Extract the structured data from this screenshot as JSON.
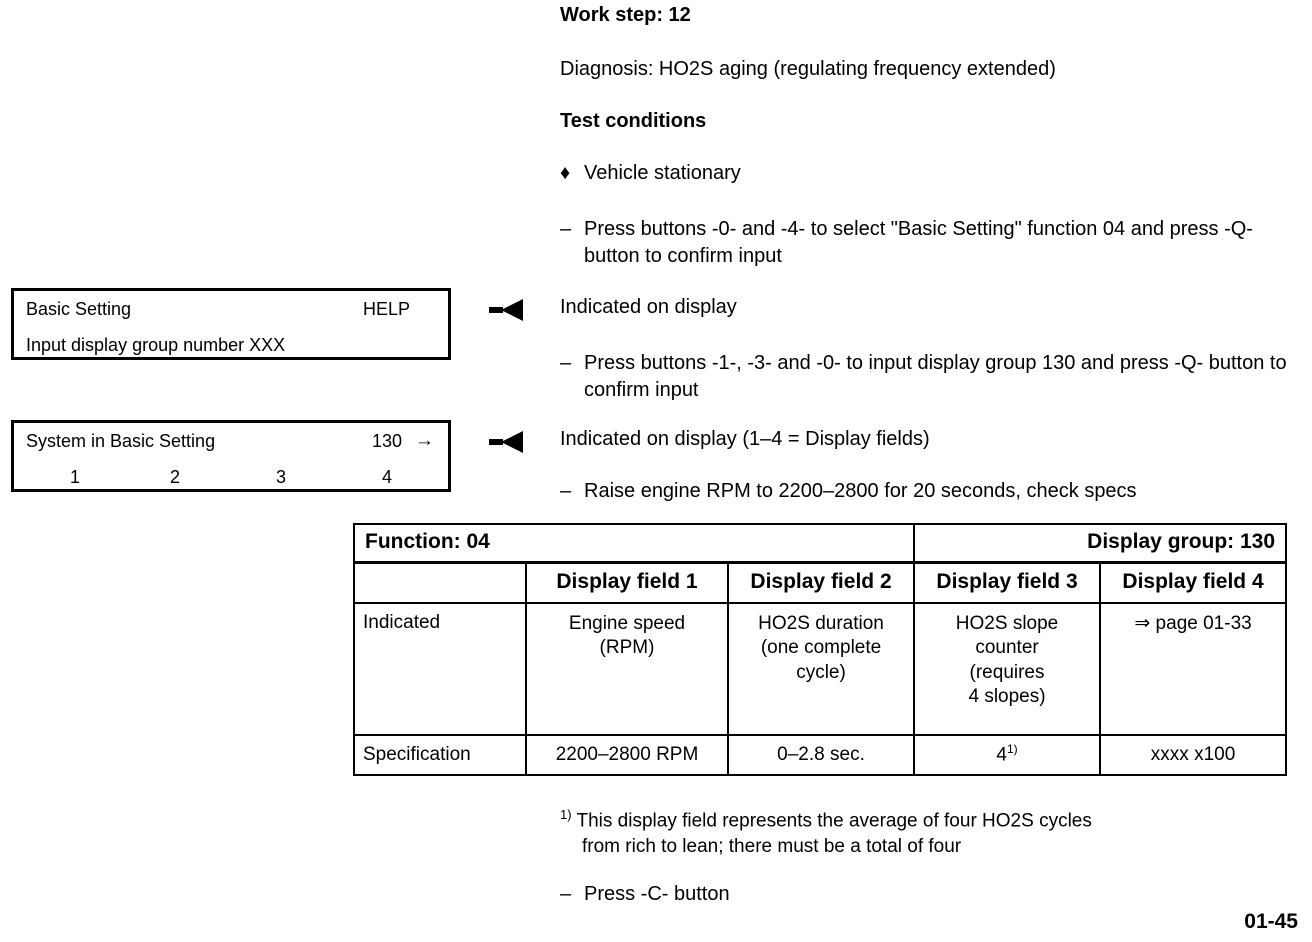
{
  "header": {
    "work_step": "Work step: 12",
    "diagnosis": "Diagnosis: HO2S aging (regulating frequency extended)",
    "test_conditions_title": "Test conditions"
  },
  "steps": {
    "vehicle_stationary": {
      "marker": "♦",
      "text": "Vehicle stationary"
    },
    "select_function": {
      "marker": "–",
      "text": "Press buttons -0- and -4- to select \"Basic Setting\" function 04 and press -Q- button to confirm input"
    },
    "input_group": {
      "marker": "–",
      "text": "Press buttons -1-, -3- and -0- to input display group 130 and press -Q- button to confirm input"
    },
    "raise_rpm": {
      "marker": "–",
      "text": "Raise engine RPM to 2200–2800 for 20 seconds, check specs"
    },
    "press_c": {
      "marker": "–",
      "text": "Press -C- button"
    }
  },
  "callouts": {
    "indicated_1": "Indicated on display",
    "indicated_2": "Indicated on display (1–4 = Display fields)"
  },
  "display_box_1": {
    "title": "Basic Setting",
    "help_label": "HELP",
    "prompt": "Input display group number XXX"
  },
  "display_box_2": {
    "title": "System in Basic Setting",
    "group": "130",
    "arrow": "→",
    "fields": [
      "1",
      "2",
      "3",
      "4"
    ]
  },
  "table": {
    "function_label": "Function: 04",
    "display_group_label": "Display group: 130",
    "column_headers": [
      "",
      "Display field 1",
      "Display field 2",
      "Display field 3",
      "Display field 4"
    ],
    "rows": [
      {
        "label": "Indicated",
        "cells": [
          "Engine speed\n(RPM)",
          "HO2S duration\n(one complete\ncycle)",
          "HO2S slope\ncounter\n(requires\n4 slopes)",
          "⇒ page 01-33"
        ]
      },
      {
        "label": "Specification",
        "cells": [
          "2200–2800 RPM",
          "0–2.8 sec.",
          "4",
          "xxxx x100"
        ],
        "footnote_marker": "1)"
      }
    ]
  },
  "footnote": {
    "marker": "1)",
    "line1": "This display field represents the average of four HO2S cycles",
    "line2": "from rich to lean;  there must be a total of four"
  },
  "page_number": "01-45"
}
